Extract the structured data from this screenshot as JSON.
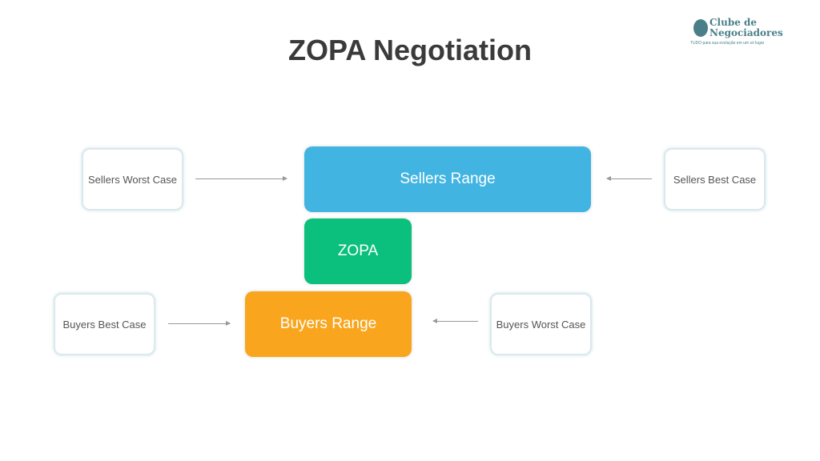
{
  "title": "ZOPA Negotiation",
  "logo": {
    "name_line1": "Clube de",
    "name_line2": "Negociadores",
    "tagline": "TUDO para sua evolução em um só lugar"
  },
  "nodes": {
    "sellers_worst": "Sellers Worst Case",
    "sellers_range": "Sellers Range",
    "sellers_best": "Sellers Best Case",
    "zopa": "ZOPA",
    "buyers_best": "Buyers Best Case",
    "buyers_range": "Buyers Range",
    "buyers_worst": "Buyers Worst Case"
  },
  "colors": {
    "sellers": "#42b4e1",
    "zopa": "#0bbf7d",
    "buyers": "#f9a61e"
  }
}
